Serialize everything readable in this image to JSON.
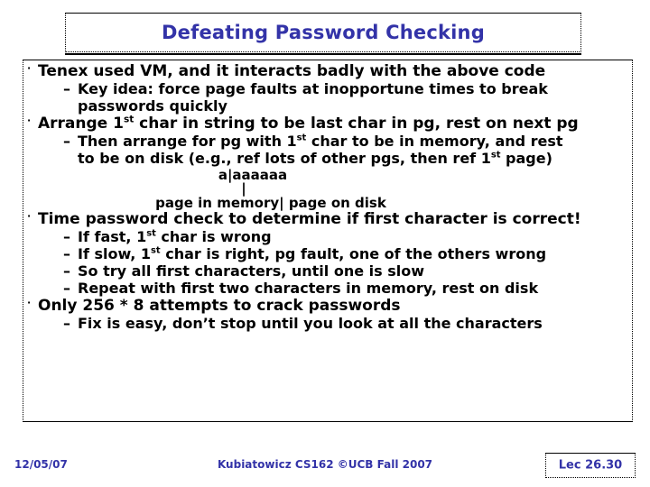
{
  "slide": {
    "title": "Defeating Password Checking",
    "title_color": "#3333a8",
    "body_color": "#000000",
    "bullets": [
      {
        "level": 1,
        "marker": "·",
        "text": "Tenex used VM, and it interacts badly with the above code"
      },
      {
        "level": 2,
        "marker": "–",
        "text": "Key idea: force page faults at inopportune times to break",
        "continuation": "passwords quickly"
      },
      {
        "level": 1,
        "marker": "·",
        "text_pre": "Arrange 1",
        "text_sup": "st",
        "text_post": " char in string to be last char in pg, rest on next pg"
      },
      {
        "level": 2,
        "marker": "–",
        "text_pre": "Then arrange for pg with 1",
        "text_sup": "st",
        "text_post": " char to be in memory, and rest",
        "continuation_pre": "to be on disk (e.g., ref lots of other pgs, then ref 1",
        "continuation_sup": "st",
        "continuation_post": " page)"
      },
      {
        "level": 1,
        "marker": "·",
        "text": "Time password check to determine if first character is correct!"
      },
      {
        "level": 2,
        "marker": "–",
        "text_pre": "If fast, 1",
        "text_sup": "st",
        "text_post": " char is wrong"
      },
      {
        "level": 2,
        "marker": "–",
        "text_pre": "If slow, 1",
        "text_sup": "st",
        "text_post": " char is right, pg fault, one of the others wrong"
      },
      {
        "level": 2,
        "marker": "–",
        "text": "So try all first characters, until one is slow"
      },
      {
        "level": 2,
        "marker": "–",
        "text": "Repeat with first two characters in memory, rest on disk"
      },
      {
        "level": 1,
        "marker": "·",
        "text": "Only 256 * 8 attempts to crack passwords"
      },
      {
        "level": 2,
        "marker": "–",
        "text": "Fix is easy, don’t stop until you look at all the characters"
      }
    ],
    "diagram": {
      "string_line": "a|aaaaaa",
      "connector": "|",
      "label_line": "page in memory| page on disk"
    }
  },
  "footer": {
    "date": "12/05/07",
    "center": "Kubiatowicz CS162 ©UCB Fall 2007",
    "lecture": "Lec 26.30",
    "color": "#3333a8"
  }
}
